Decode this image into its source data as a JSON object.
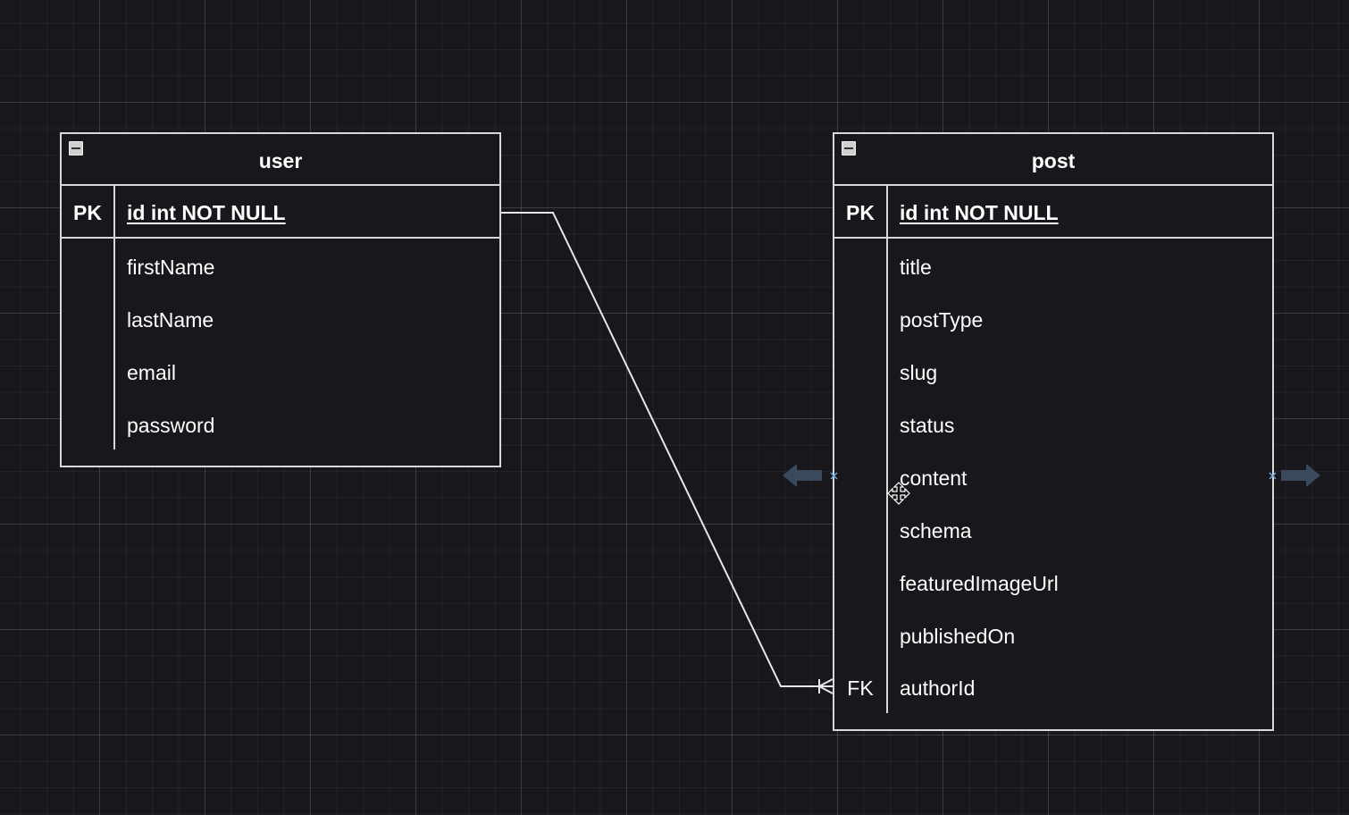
{
  "entities": {
    "user": {
      "title": "user",
      "pk": {
        "key": "PK",
        "name": "id int NOT NULL"
      },
      "fields": [
        {
          "key": "",
          "name": "firstName"
        },
        {
          "key": "",
          "name": "lastName"
        },
        {
          "key": "",
          "name": "email"
        },
        {
          "key": "",
          "name": "password"
        }
      ]
    },
    "post": {
      "title": "post",
      "pk": {
        "key": "PK",
        "name": "id int NOT NULL"
      },
      "fields": [
        {
          "key": "",
          "name": "title"
        },
        {
          "key": "",
          "name": "postType"
        },
        {
          "key": "",
          "name": "slug"
        },
        {
          "key": "",
          "name": "status"
        },
        {
          "key": "",
          "name": "content"
        },
        {
          "key": "",
          "name": "schema"
        },
        {
          "key": "",
          "name": "featuredImageUrl"
        },
        {
          "key": "",
          "name": "publishedOn"
        },
        {
          "key": "FK",
          "name": "authorId"
        }
      ]
    }
  },
  "relationship": {
    "from": "user.id",
    "to": "post.authorId",
    "from_end": "one",
    "to_end": "many"
  },
  "colors": {
    "background": "#17171c",
    "stroke": "#d8d8d8",
    "text": "#ffffff",
    "hint_arrow": "#3a4a5c",
    "anchor": "#6fa8dc"
  },
  "icons": {
    "collapse": "collapse-icon",
    "move_cursor": "move-cursor-icon",
    "hint_arrow": "arrow-icon"
  }
}
